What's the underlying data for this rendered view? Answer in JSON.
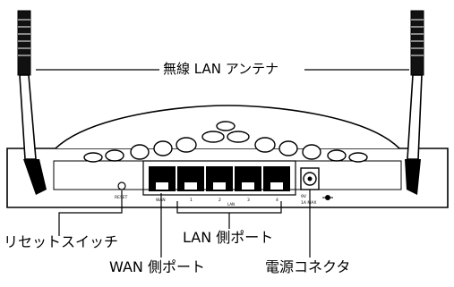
{
  "labels": {
    "antenna": "無線 LAN アンテナ",
    "reset_switch": "リセットスイッチ",
    "lan_port": "LAN 側ポート",
    "wan_port": "WAN 側ポート",
    "power_connector": "電源コネクタ"
  },
  "device_markings": {
    "reset": "RESET",
    "wan": "WAN",
    "lan": "LAN",
    "port_numbers": [
      "1",
      "2",
      "3",
      "4"
    ],
    "power_voltage": "9V",
    "power_current": "1A MAX"
  }
}
